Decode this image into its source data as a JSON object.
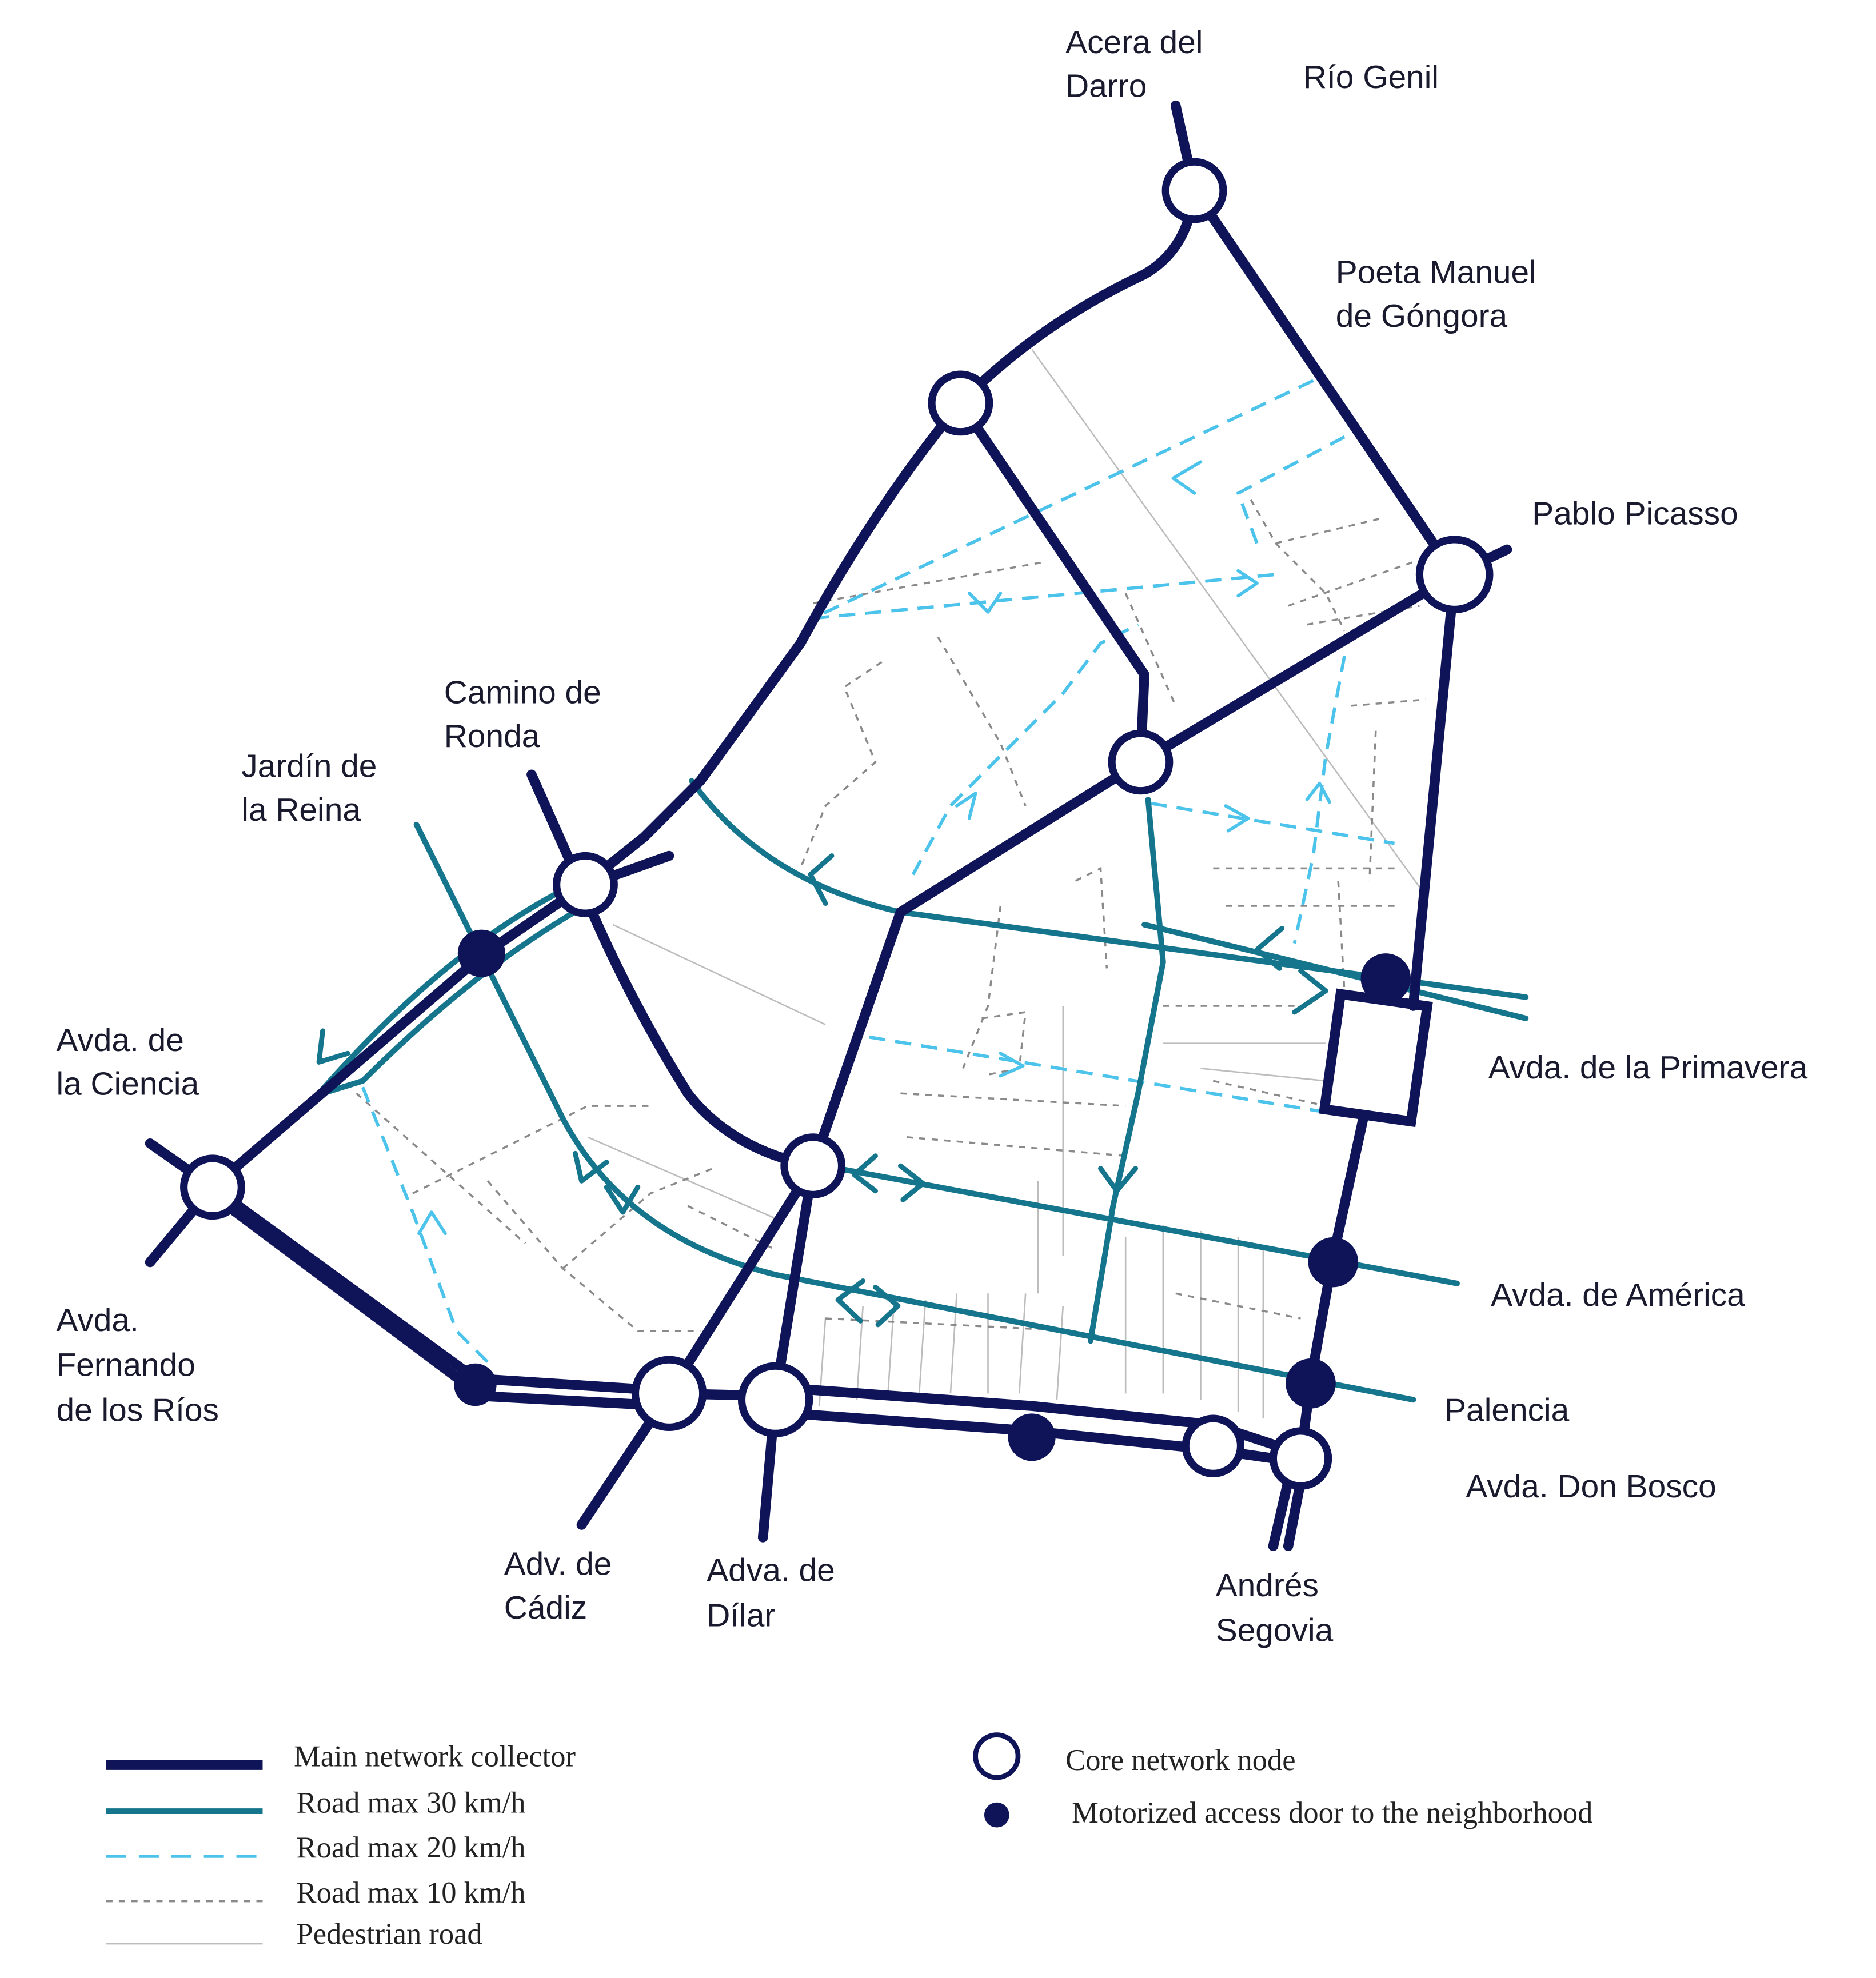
{
  "colors": {
    "main": "#0f1458",
    "road30": "#14758c",
    "road20": "#4cc3ea",
    "road10": "#8a8a8a",
    "pedestrian": "#bdbdbd",
    "node_fill": "#ffffff",
    "access": "#0f1458"
  },
  "streets": {
    "acera_darro_1": "Acera del",
    "acera_darro_2": "Darro",
    "rio_genil": "Río Genil",
    "poeta_1": "Poeta Manuel",
    "poeta_2": "de Góngora",
    "pablo_picasso": "Pablo Picasso",
    "camino_ronda_1": "Camino de",
    "camino_ronda_2": "Ronda",
    "jardin_reina_1": "Jardín de",
    "jardin_reina_2": "la Reina",
    "ciencia_1": "Avda. de",
    "ciencia_2": "la Ciencia",
    "fernando_1": "Avda.",
    "fernando_2": "Fernando",
    "fernando_3": "de los Ríos",
    "primavera": "Avda. de la Primavera",
    "america": "Avda. de América",
    "palencia": "Palencia",
    "don_bosco": "Avda. Don Bosco",
    "cadiz_1": "Adv. de",
    "cadiz_2": "Cádiz",
    "dilar_1": "Adva. de",
    "dilar_2": "Dílar",
    "andres_1": "Andrés",
    "andres_2": "Segovia"
  },
  "legend": {
    "main": "Main network collector",
    "road30": "Road max 30 km/h",
    "road20": "Road max 20 km/h",
    "road10": "Road max 10 km/h",
    "pedestrian": "Pedestrian road",
    "core_node": "Core network node",
    "access_door": "Motorized access door to the neighborhood"
  }
}
